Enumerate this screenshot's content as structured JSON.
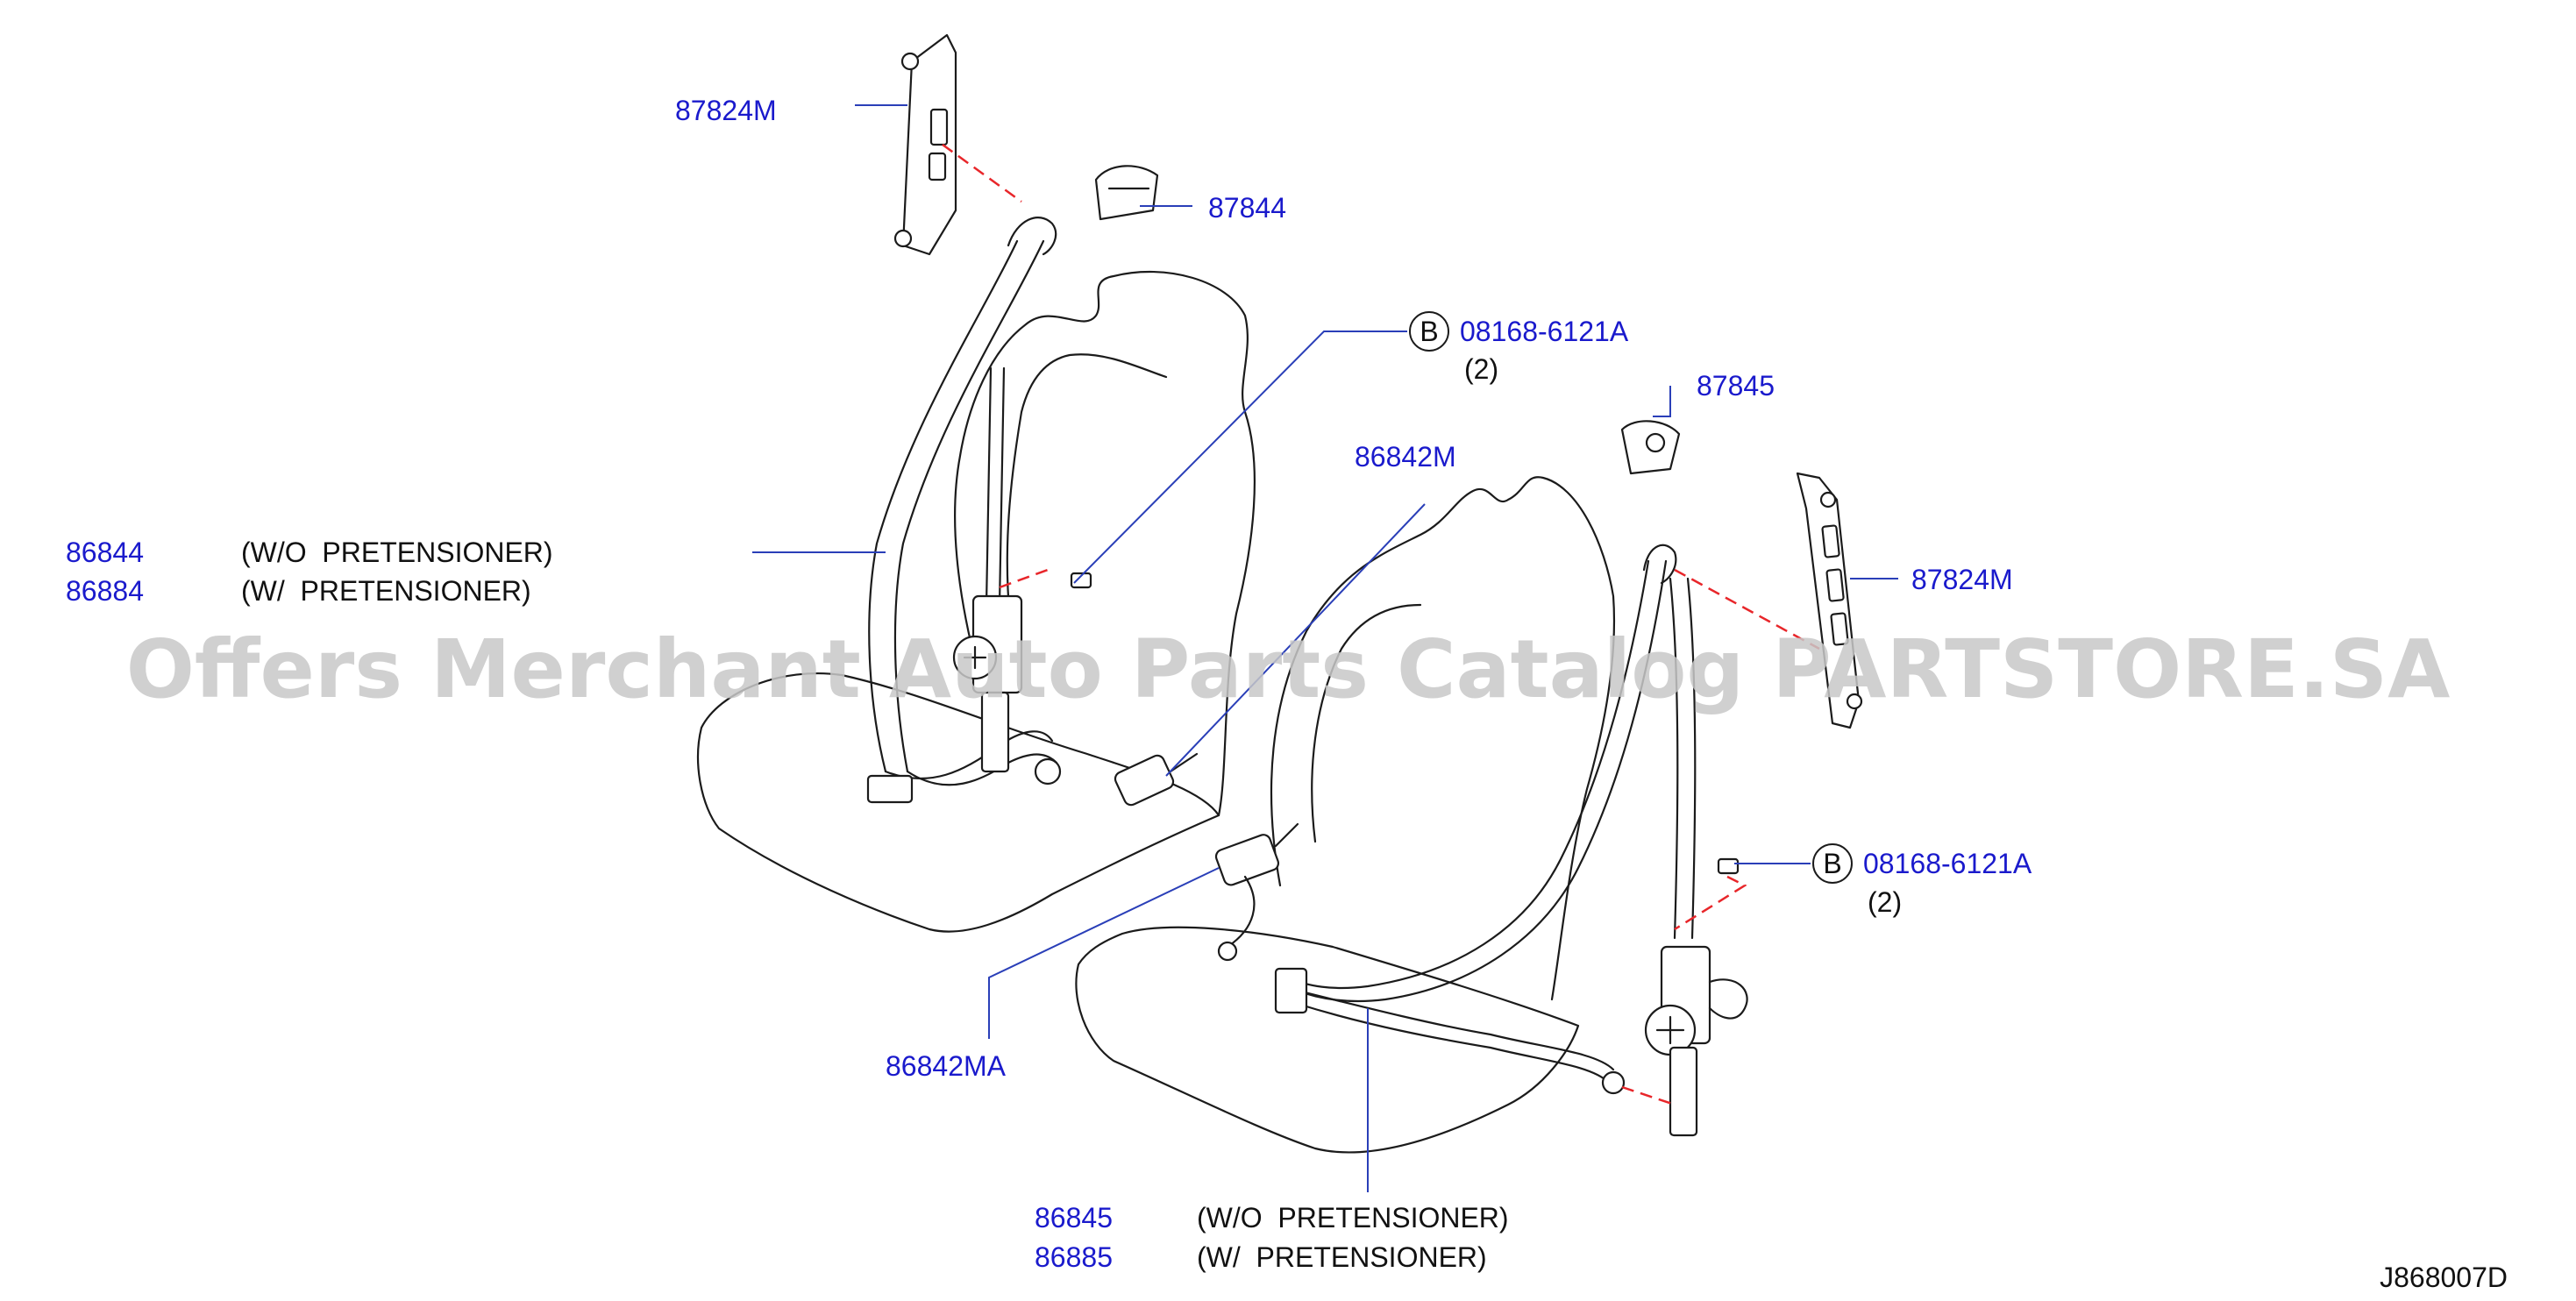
{
  "watermark": "Offers Merchant Auto Parts Catalog PARTSTORE.SA",
  "diagram_id": "J868007D",
  "callouts": {
    "p87824m_top": "87824M",
    "p87844": "87844",
    "p08168_top": "08168-6121A",
    "p08168_top_qty": "(2)",
    "p08168_top_symbol": "B",
    "p87845": "87845",
    "p86842m": "86842M",
    "p87824m_right": "87824M",
    "p86844": "86844",
    "p86844_note": "(W/O  PRETENSIONER)",
    "p86884": "86884",
    "p86884_note": "(W/  PRETENSIONER)",
    "p08168_bottom": "08168-6121A",
    "p08168_bottom_qty": "(2)",
    "p08168_bottom_symbol": "B",
    "p86842ma": "86842MA",
    "p86845": "86845",
    "p86845_note": "(W/O  PRETENSIONER)",
    "p86885": "86885",
    "p86885_note": "(W/  PRETENSIONER)"
  },
  "colors": {
    "part_number": "#1a1acc",
    "leader_line": "#2a3fb8",
    "dashed_line": "#e8262a",
    "linework": "#1b1b1b",
    "watermark": "#c8c8c8"
  }
}
